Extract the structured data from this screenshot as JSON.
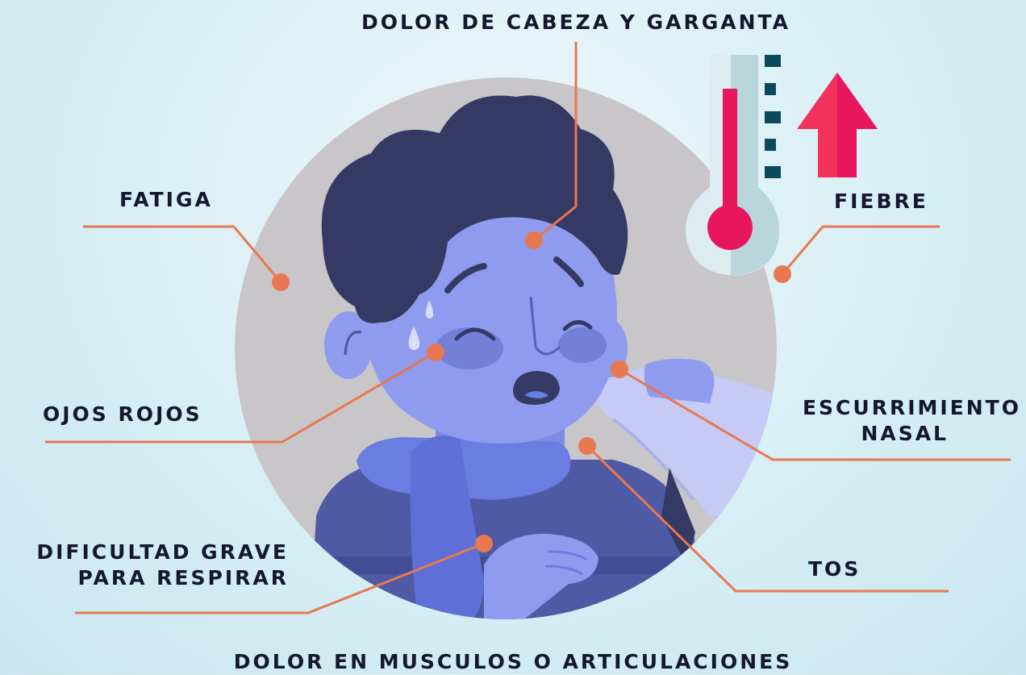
{
  "labels": {
    "headache": "DOLOR DE CABEZA Y GARGANTA",
    "fatigue": "FATIGA",
    "fever": "FIEBRE",
    "red_eyes": "OJOS ROJOS",
    "runny_nose_line1": "ESCURRIMIENTO",
    "runny_nose_line2": "NASAL",
    "breathing_line1": "DIFICULTAD GRAVE",
    "breathing_line2": "PARA RESPIRAR",
    "cough": "TOS",
    "muscle_pain": "DOLOR EN MUSCULOS O ARTICULACIONES"
  },
  "colors": {
    "leader_line": "#e8784f",
    "label_text": "#14172e",
    "circle_bg": "#c9c6c9",
    "hair": "#353a65",
    "skin": "#8e9bee",
    "scarf": "#6a7de0",
    "shirt": "#4f5aa5",
    "thermometer_red": "#e8175d",
    "arrow_red": "#f0325c"
  }
}
